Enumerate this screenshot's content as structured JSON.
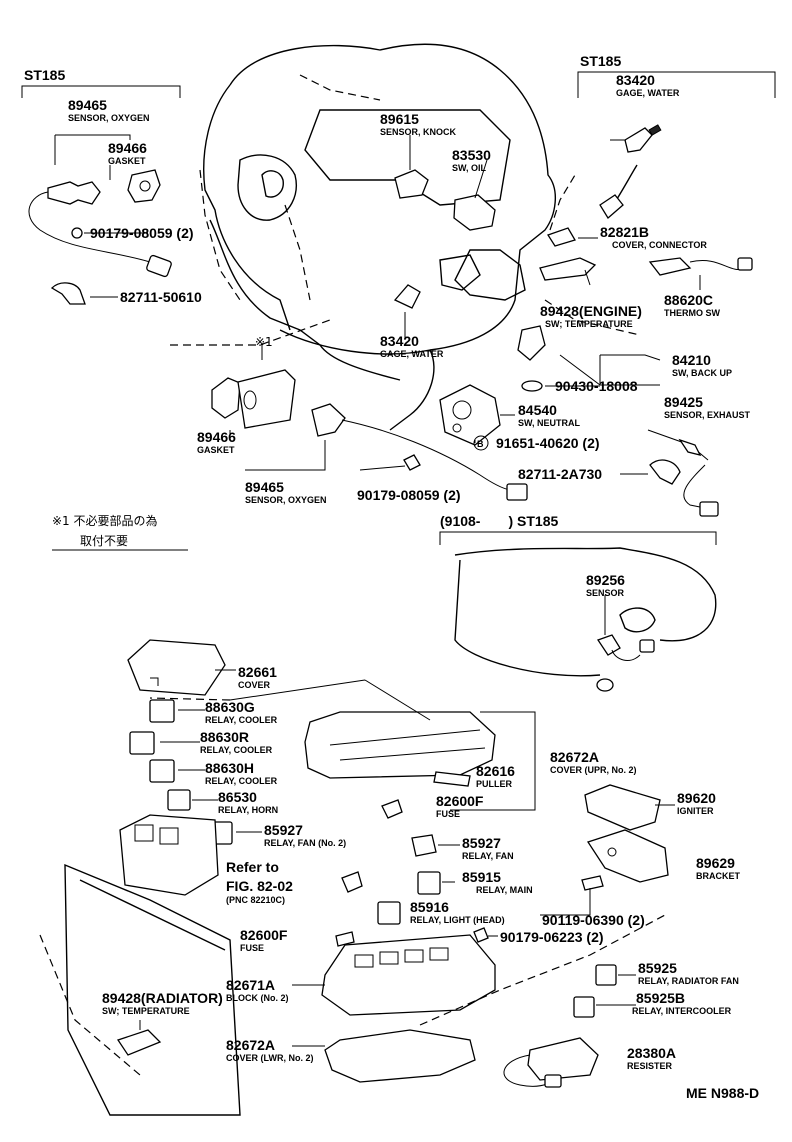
{
  "section_headers": {
    "top_left": "ST185",
    "top_right": "ST185",
    "mid_right": "(9108-　　) ST185"
  },
  "parts": [
    {
      "id": "sensor-oxygen-a",
      "number": "89465",
      "desc": "SENSOR, OXYGEN"
    },
    {
      "id": "gasket-a",
      "number": "89466",
      "desc": "GASKET"
    },
    {
      "id": "nut-oxygen-a",
      "number": "90179-08059 (2)",
      "desc": ""
    },
    {
      "id": "clamp-a",
      "number": "82711-50610",
      "desc": ""
    },
    {
      "id": "sensor-knock",
      "number": "89615",
      "desc": "SENSOR, KNOCK"
    },
    {
      "id": "sw-oil",
      "number": "83530",
      "desc": "SW, OIL"
    },
    {
      "id": "gage-water-a",
      "number": "83420",
      "desc": "GAGE, WATER"
    },
    {
      "id": "cover-connector",
      "number": "82821B",
      "desc": "COVER, CONNECTOR"
    },
    {
      "id": "thermo-sw",
      "number": "88620C",
      "desc": "THERMO SW"
    },
    {
      "id": "sw-temperature-engine",
      "number": "89428(ENGINE)",
      "desc": "SW; TEMPERATURE"
    },
    {
      "id": "gage-water-b",
      "number": "83420",
      "desc": "GAGE, WATER"
    },
    {
      "id": "sw-back-up",
      "number": "84210",
      "desc": "SW, BACK UP"
    },
    {
      "id": "gasket-backup",
      "number": "90430-18008",
      "desc": ""
    },
    {
      "id": "sensor-exhaust",
      "number": "89425",
      "desc": "SENSOR, EXHAUST"
    },
    {
      "id": "sw-neutral",
      "number": "84540",
      "desc": "SW, NEUTRAL"
    },
    {
      "id": "bolt-neutral",
      "number": "91651-40620 (2)",
      "desc": ""
    },
    {
      "id": "clamp-b",
      "number": "82711-2A730",
      "desc": ""
    },
    {
      "id": "gasket-b",
      "number": "89466",
      "desc": "GASKET"
    },
    {
      "id": "sensor-oxygen-b",
      "number": "89465",
      "desc": "SENSOR, OXYGEN"
    },
    {
      "id": "nut-oxygen-b",
      "number": "90179-08059 (2)",
      "desc": ""
    },
    {
      "id": "sensor-st185",
      "number": "89256",
      "desc": "SENSOR"
    },
    {
      "id": "cover-82661",
      "number": "82661",
      "desc": "COVER"
    },
    {
      "id": "relay-cooler-g",
      "number": "88630G",
      "desc": "RELAY, COOLER"
    },
    {
      "id": "relay-cooler-r",
      "number": "88630R",
      "desc": "RELAY, COOLER"
    },
    {
      "id": "relay-cooler-h",
      "number": "88630H",
      "desc": "RELAY, COOLER"
    },
    {
      "id": "relay-horn",
      "number": "86530",
      "desc": "RELAY, HORN"
    },
    {
      "id": "relay-fan-2",
      "number": "85927",
      "desc": "RELAY, FAN (No. 2)"
    },
    {
      "id": "cover-upr",
      "number": "82672A",
      "desc": "COVER (UPR, No. 2)"
    },
    {
      "id": "puller",
      "number": "82616",
      "desc": "PULLER"
    },
    {
      "id": "fuse-a",
      "number": "82600F",
      "desc": "FUSE"
    },
    {
      "id": "igniter",
      "number": "89620",
      "desc": "IGNITER"
    },
    {
      "id": "relay-fan",
      "number": "85927",
      "desc": "RELAY, FAN"
    },
    {
      "id": "relay-main",
      "number": "85915",
      "desc": "RELAY, MAIN"
    },
    {
      "id": "relay-light-head",
      "number": "85916",
      "desc": "RELAY, LIGHT (HEAD)"
    },
    {
      "id": "bracket",
      "number": "89629",
      "desc": "BRACKET"
    },
    {
      "id": "bolt-bracket",
      "number": "90119-06390 (2)",
      "desc": ""
    },
    {
      "id": "nut-block",
      "number": "90179-06223 (2)",
      "desc": ""
    },
    {
      "id": "fuse-b",
      "number": "82600F",
      "desc": "FUSE"
    },
    {
      "id": "block-2",
      "number": "82671A",
      "desc": "BLOCK (No. 2)"
    },
    {
      "id": "relay-radiator-fan",
      "number": "85925",
      "desc": "RELAY, RADIATOR FAN"
    },
    {
      "id": "relay-intercooler",
      "number": "85925B",
      "desc": "RELAY, INTERCOOLER"
    },
    {
      "id": "sw-temperature-radiator",
      "number": "89428(RADIATOR)",
      "desc": "SW; TEMPERATURE"
    },
    {
      "id": "cover-lwr",
      "number": "82672A",
      "desc": "COVER (LWR, No. 2)"
    },
    {
      "id": "resister",
      "number": "28380A",
      "desc": "RESISTER"
    }
  ],
  "refer": {
    "line1": "Refer to",
    "line2": "FIG. 82-02",
    "line3": "(PNC 82210C)"
  },
  "note": {
    "marker": "※1",
    "line1": "※1 不必要部品の為",
    "line2": "取付不要"
  },
  "circle_marker": "B",
  "footer_code": "ME N988-D"
}
